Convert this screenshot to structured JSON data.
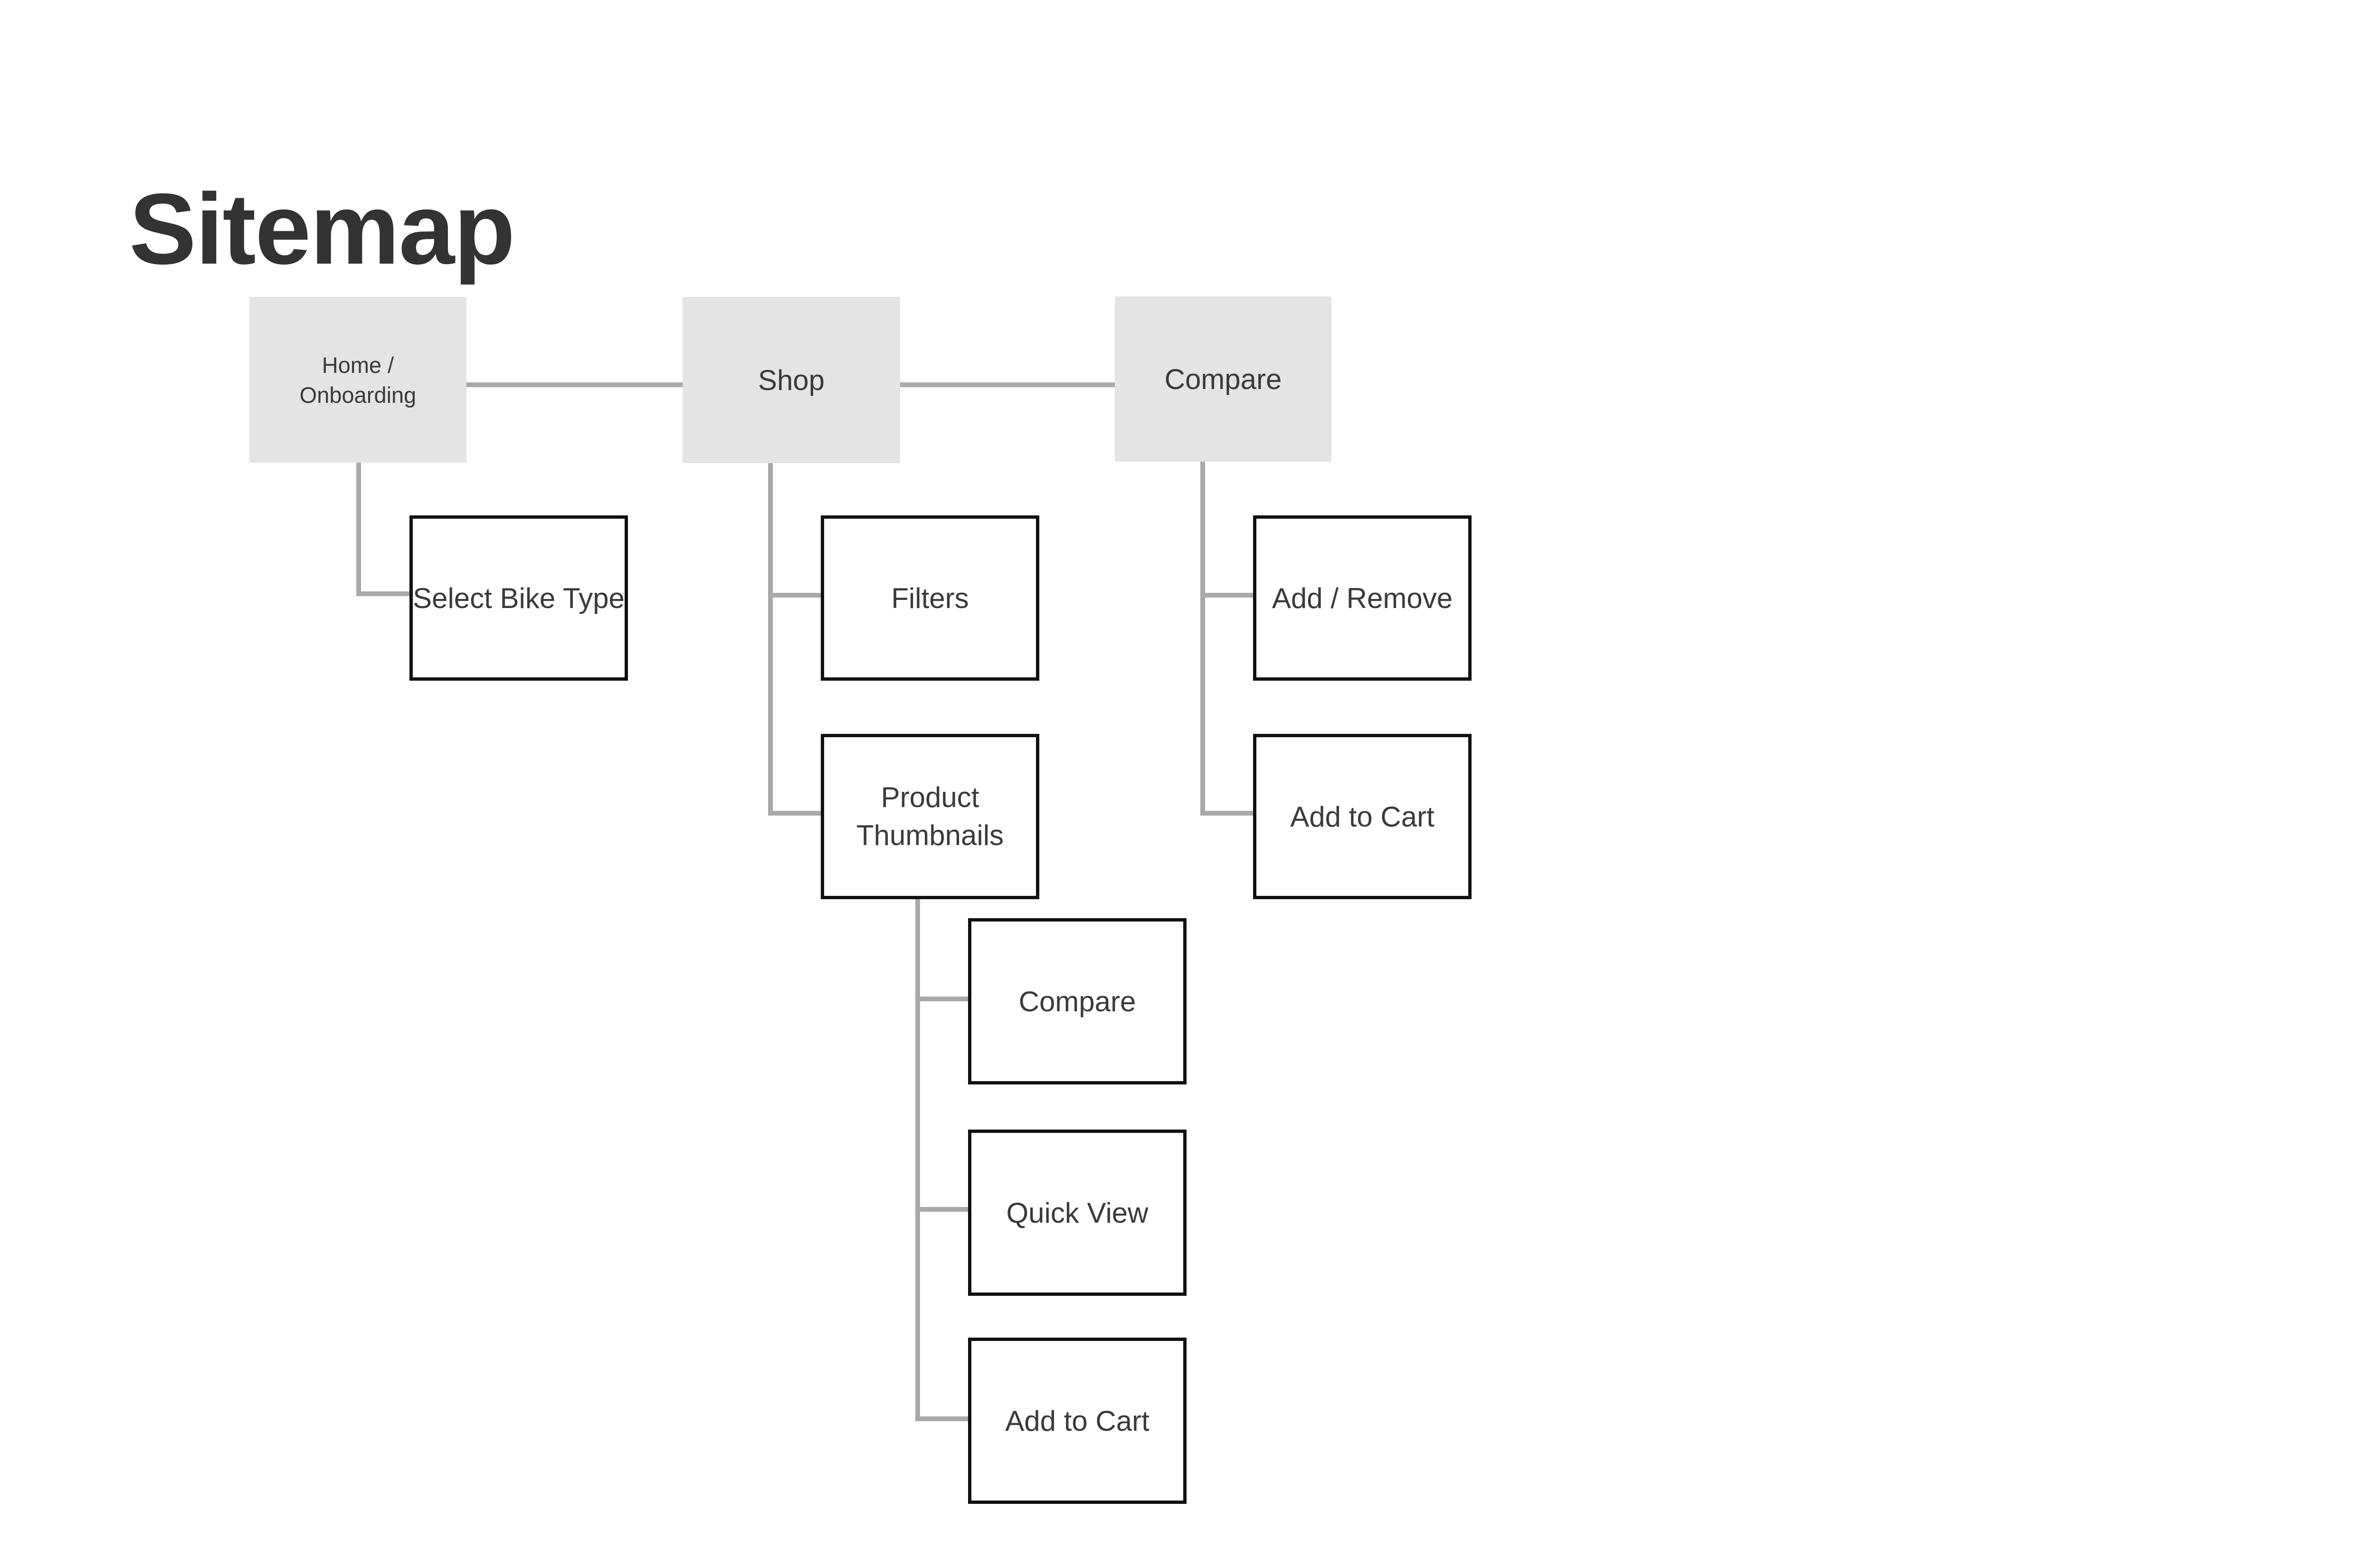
{
  "title": "Sitemap",
  "colors": {
    "background": "#ffffff",
    "root_node_fill": "#e4e4e4",
    "child_node_fill": "#ffffff",
    "child_node_border": "#111111",
    "connector": "#a9a9a9",
    "label_text": "#3a3a3a",
    "title_text": "#333333"
  },
  "nodes": {
    "home": {
      "label": "Home / Onboarding",
      "type": "root"
    },
    "shop": {
      "label": "Shop",
      "type": "root"
    },
    "compare": {
      "label": "Compare",
      "type": "root"
    },
    "select_bike_type": {
      "label": "Select Bike Type",
      "type": "child",
      "parent": "home"
    },
    "filters": {
      "label": "Filters",
      "type": "child",
      "parent": "shop"
    },
    "product_thumbnails": {
      "label": "Product Thumbnails",
      "type": "child",
      "parent": "shop"
    },
    "thumbnails_compare": {
      "label": "Compare",
      "type": "child",
      "parent": "product_thumbnails"
    },
    "quick_view": {
      "label": "Quick View",
      "type": "child",
      "parent": "product_thumbnails"
    },
    "thumbnails_add_to_cart": {
      "label": "Add to Cart",
      "type": "child",
      "parent": "product_thumbnails"
    },
    "add_remove": {
      "label": "Add / Remove",
      "type": "child",
      "parent": "compare"
    },
    "compare_add_to_cart": {
      "label": "Add to Cart",
      "type": "child",
      "parent": "compare"
    }
  }
}
